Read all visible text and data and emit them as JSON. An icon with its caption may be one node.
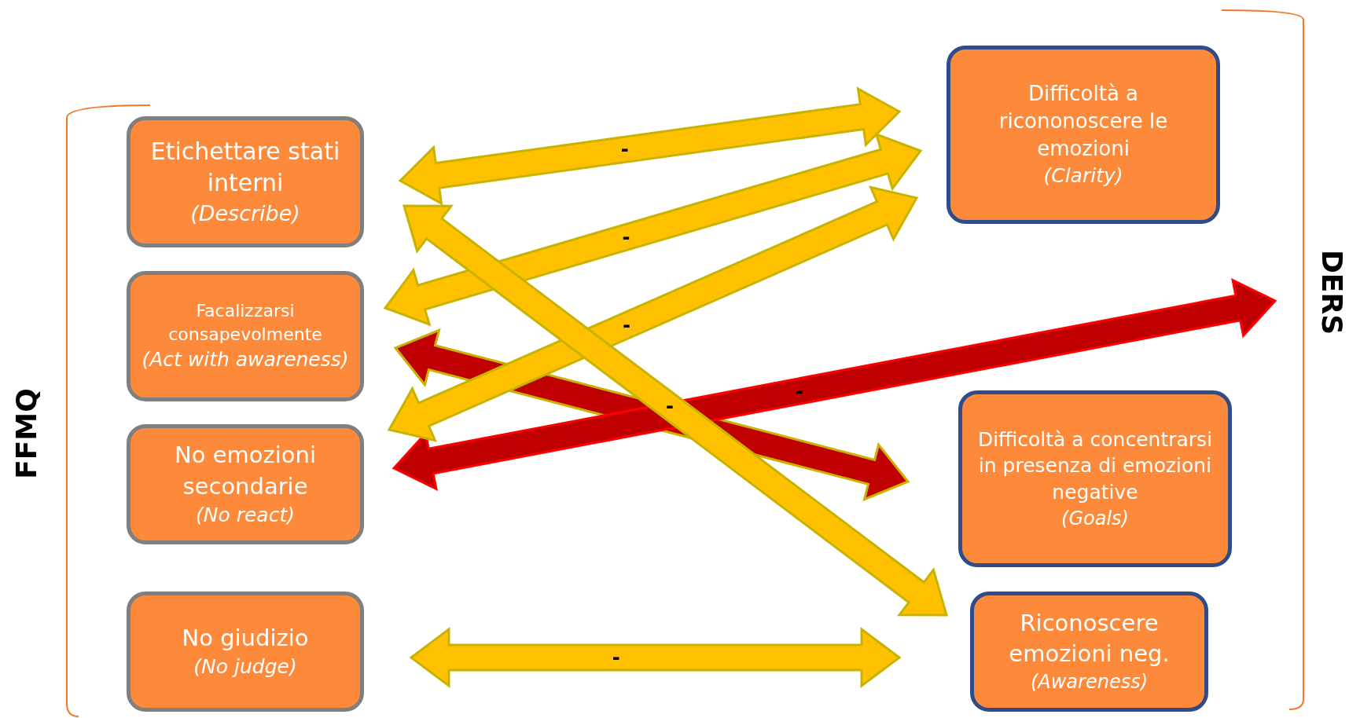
{
  "diagram": {
    "nodes": [
      {
        "text": [
          "Etichettare stati interni",
          "(Describe)"
        ]
      },
      {
        "text": [
          "Facalizzarsi consapevolmente",
          "(Act with awareness)"
        ]
      },
      {
        "text": [
          "No emozioni secondarie",
          "(No react)"
        ]
      },
      {
        "text": [
          "No giudizio",
          "(No judge)"
        ]
      },
      {
        "text": [
          "Difficoltà a ricononoscere le emozioni",
          "(Clarity)"
        ]
      },
      {
        "text": [
          "Difficoltà a concentrarsi in presenza di emozioni negative",
          "(Goals)"
        ]
      },
      {
        "text": [
          "Riconoscere emozioni neg.",
          "(Awareness)"
        ]
      }
    ],
    "edges": [
      {
        "from": 0,
        "to": 4,
        "arrow": "both",
        "label": "-",
        "style": "thick"
      },
      {
        "from": 1,
        "to": 4,
        "arrow": "both",
        "label": "-",
        "style": "thick"
      },
      {
        "from": 2,
        "to": 4,
        "arrow": "both",
        "label": "-",
        "style": "thick"
      },
      {
        "from": 0,
        "to": 6,
        "arrow": "both",
        "label": "-",
        "style": "thick"
      },
      {
        "from": 1,
        "to": 5,
        "arrow": "both",
        "style": "thick",
        "color": "#c00000"
      },
      {
        "from": 2,
        "to": null,
        "arrow": "both",
        "label": "-",
        "style": "thick",
        "color": "#c00000"
      },
      {
        "from": 3,
        "to": 6,
        "arrow": "both",
        "label": "-",
        "style": "thick"
      }
    ],
    "labels": [
      "FFMQ",
      "DERS"
    ]
  }
}
